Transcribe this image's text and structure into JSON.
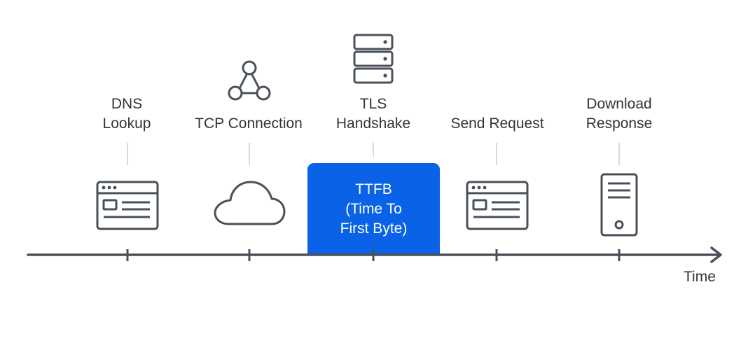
{
  "stages": [
    {
      "lines": [
        "DNS",
        "Lookup"
      ],
      "icon": "browser-window-icon"
    },
    {
      "lines": [
        "TCP Connection"
      ],
      "icon": "cloud-icon"
    },
    {
      "lines": [
        "TLS",
        "Handshake"
      ],
      "icon": "server-stack-icon"
    },
    {
      "lines": [
        "Send Request"
      ],
      "icon": "browser-window-icon"
    },
    {
      "lines": [
        "Download",
        "Response"
      ],
      "icon": "server-tower-icon"
    }
  ],
  "ttfb": {
    "lines": [
      "TTFB",
      "(Time To",
      "First Byte)"
    ]
  },
  "network_icon": "network-nodes-icon",
  "axis": {
    "label": "Time"
  },
  "colors": {
    "highlight": "#0a63e6",
    "ink": "#4a5058",
    "connector": "#c9cdd2"
  }
}
